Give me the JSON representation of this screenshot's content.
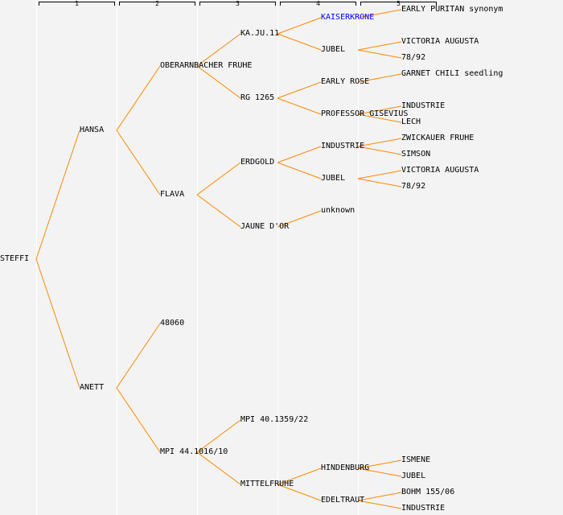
{
  "columns": [
    "1",
    "2",
    "3",
    "4",
    "5"
  ],
  "colors": {
    "line": "#ff8800",
    "link": "#0000ff",
    "text": "#000000"
  },
  "nodes": [
    {
      "name": "STEFFI",
      "level": 0,
      "slot": 0
    },
    {
      "name": "HANSA",
      "level": 1,
      "slot": 0
    },
    {
      "name": "ANETT",
      "level": 1,
      "slot": 1
    },
    {
      "name": "OBERARNBACHER FRUHE",
      "level": 2,
      "slot": 0
    },
    {
      "name": "FLAVA",
      "level": 2,
      "slot": 1
    },
    {
      "name": "48060",
      "level": 2,
      "slot": 2
    },
    {
      "name": "MPI 44.1016/10",
      "level": 2,
      "slot": 3
    },
    {
      "name": "KA.JU.11",
      "level": 3,
      "slot": 0
    },
    {
      "name": "RG 1265",
      "level": 3,
      "slot": 1
    },
    {
      "name": "ERDGOLD",
      "level": 3,
      "slot": 2
    },
    {
      "name": "JAUNE D'OR",
      "level": 3,
      "slot": 3
    },
    {
      "name": "MPI 40.1359/22",
      "level": 3,
      "slot": 6
    },
    {
      "name": "MITTELFRUHE",
      "level": 3,
      "slot": 7
    },
    {
      "name": "KAISERKRONE",
      "level": 4,
      "slot": 0,
      "link": true
    },
    {
      "name": "JUBEL",
      "level": 4,
      "slot": 1
    },
    {
      "name": "EARLY ROSE",
      "level": 4,
      "slot": 2
    },
    {
      "name": "PROFESSOR GISEVIUS",
      "level": 4,
      "slot": 3
    },
    {
      "name": "INDUSTRIE",
      "level": 4,
      "slot": 4
    },
    {
      "name": "JUBEL",
      "level": 4,
      "slot": 5
    },
    {
      "name": "unknown",
      "level": 4,
      "slot": 6
    },
    {
      "name": "HINDENBURG",
      "level": 4,
      "slot": 14
    },
    {
      "name": "EDELTRAUT",
      "level": 4,
      "slot": 15
    },
    {
      "name": "EARLY PURITAN synonym",
      "level": 5,
      "slot": 0
    },
    {
      "name": "VICTORIA AUGUSTA",
      "level": 5,
      "slot": 2
    },
    {
      "name": "78/92",
      "level": 5,
      "slot": 3
    },
    {
      "name": "GARNET CHILI seedling",
      "level": 5,
      "slot": 4
    },
    {
      "name": "INDUSTRIE",
      "level": 5,
      "slot": 6
    },
    {
      "name": "LECH",
      "level": 5,
      "slot": 7
    },
    {
      "name": "ZWICKAUER FRUHE",
      "level": 5,
      "slot": 8
    },
    {
      "name": "SIMSON",
      "level": 5,
      "slot": 9
    },
    {
      "name": "VICTORIA AUGUSTA",
      "level": 5,
      "slot": 10
    },
    {
      "name": "78/92",
      "level": 5,
      "slot": 11
    },
    {
      "name": "ISMENE",
      "level": 5,
      "slot": 28
    },
    {
      "name": "JUBEL",
      "level": 5,
      "slot": 29
    },
    {
      "name": "BOHM 155/06",
      "level": 5,
      "slot": 30
    },
    {
      "name": "INDUSTRIE",
      "level": 5,
      "slot": 31
    }
  ]
}
